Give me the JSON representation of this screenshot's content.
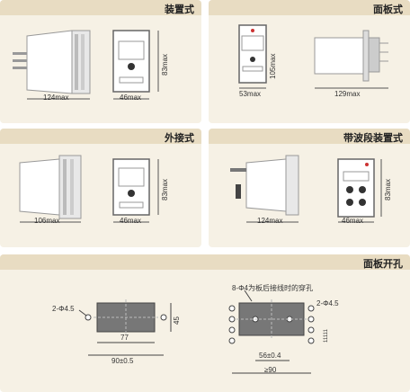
{
  "panels": {
    "p1": {
      "title": "装置式",
      "dim_width": "124max",
      "dim_front": "46max",
      "dim_height": "83max"
    },
    "p2": {
      "title": "面板式",
      "dim_front": "53max",
      "dim_height": "105max",
      "dim_width": "129max"
    },
    "p3": {
      "title": "外接式",
      "dim_width": "106max",
      "dim_front": "46max",
      "dim_height": "83max"
    },
    "p4": {
      "title": "带波段装置式",
      "dim_width": "124max",
      "dim_front": "46max",
      "dim_height": "83max"
    },
    "p5": {
      "title": "面板开孔",
      "left_hole": "2-Φ4.5",
      "left_inner": "77",
      "left_outer": "90±0.5",
      "left_height": "45",
      "right_note": "8-Φ4为板后接线时的穿孔",
      "right_hole": "2-Φ4.5",
      "right_inner": "56±0.4",
      "right_outer": "≥90",
      "right_pitch": "11111"
    }
  }
}
